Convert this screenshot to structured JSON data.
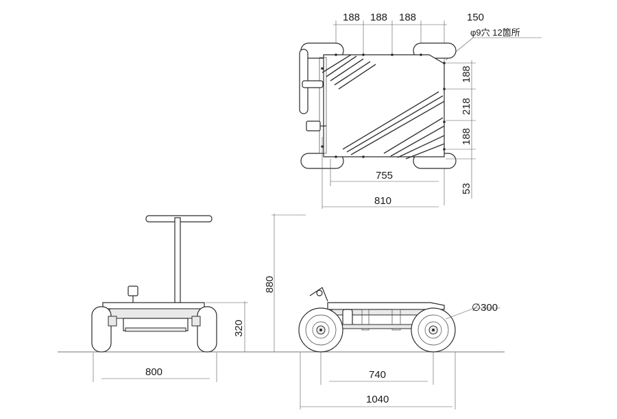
{
  "labels": {
    "top_188_a": "188",
    "top_188_b": "188",
    "top_188_c": "188",
    "top_150": "150",
    "hole_note": "φ9穴  12箇所",
    "right_188_a": "188",
    "right_218": "218",
    "right_188_b": "188",
    "right_53": "53",
    "w_755": "755",
    "w_810": "810",
    "front_320": "320",
    "front_800": "800",
    "side_880": "880",
    "wheel_300": "∅300",
    "side_740": "740",
    "side_1040": "1040"
  }
}
